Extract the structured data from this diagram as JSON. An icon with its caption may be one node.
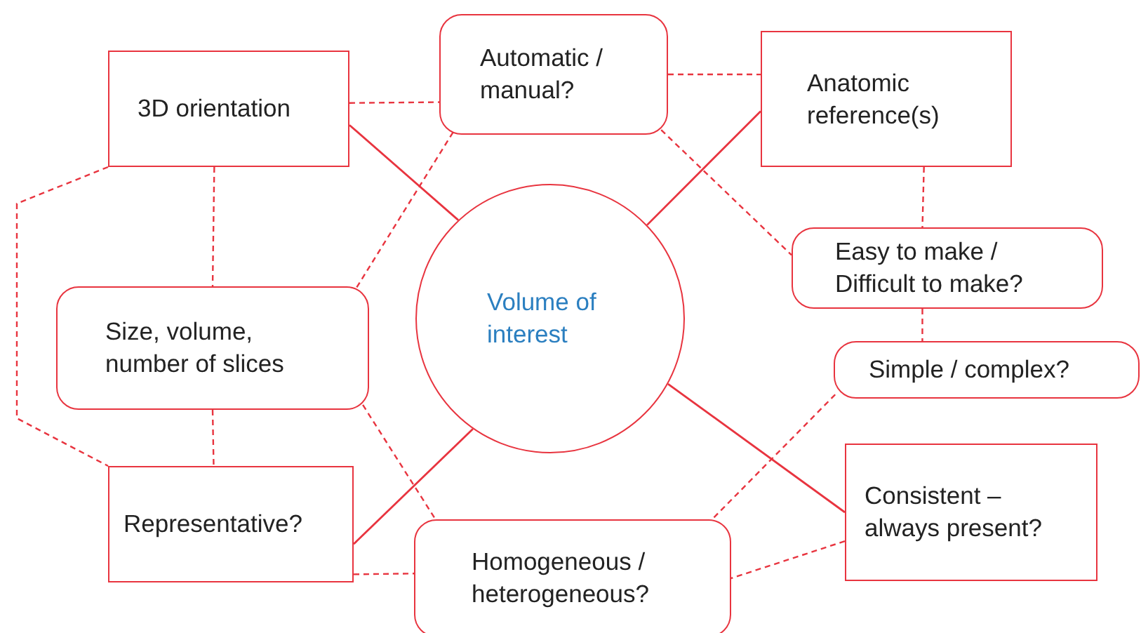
{
  "diagram": {
    "nodes": [
      {
        "text": [
          "Volume of interest"
        ]
      },
      {
        "text": [
          "3D orientation"
        ]
      },
      {
        "text": [
          "Automatic / manual?"
        ]
      },
      {
        "text": [
          "Anatomic reference(s)"
        ]
      },
      {
        "text": [
          "Size, volume, number of slices"
        ]
      },
      {
        "text": [
          "Easy to make / Difficult to make?"
        ]
      },
      {
        "text": [
          "Simple / complex?"
        ]
      },
      {
        "text": [
          "Representative?"
        ]
      },
      {
        "text": [
          "Homogeneous / heterogeneous?"
        ]
      },
      {
        "text": [
          "Consistent – always present?"
        ]
      }
    ],
    "edges": [
      {
        "from": 1,
        "to": 0,
        "arrow": "none"
      },
      {
        "from": 3,
        "to": 0,
        "arrow": "none"
      },
      {
        "from": 7,
        "to": 0,
        "arrow": "none"
      },
      {
        "from": 9,
        "to": 0,
        "arrow": "none"
      },
      {
        "from": 1,
        "to": 2,
        "arrow": "none",
        "style": "dashed"
      },
      {
        "from": 2,
        "to": 3,
        "arrow": "none",
        "style": "dashed"
      },
      {
        "from": 1,
        "to": 4,
        "arrow": "none",
        "style": "dashed"
      },
      {
        "from": 2,
        "to": 4,
        "arrow": "none",
        "style": "dashed"
      },
      {
        "from": 2,
        "to": 5,
        "arrow": "none",
        "style": "dashed"
      },
      {
        "from": 3,
        "to": 5,
        "arrow": "none",
        "style": "dashed"
      },
      {
        "from": 5,
        "to": 6,
        "arrow": "none",
        "style": "dashed"
      },
      {
        "from": 1,
        "to": 7,
        "arrow": "none",
        "style": "dashed"
      },
      {
        "from": 4,
        "to": 7,
        "arrow": "none",
        "style": "dashed"
      },
      {
        "from": 4,
        "to": 8,
        "arrow": "none",
        "style": "dashed"
      },
      {
        "from": 7,
        "to": 8,
        "arrow": "none",
        "style": "dashed"
      },
      {
        "from": 6,
        "to": 8,
        "arrow": "none",
        "style": "dashed"
      },
      {
        "from": 9,
        "to": 8,
        "arrow": "none",
        "style": "dashed"
      }
    ]
  }
}
